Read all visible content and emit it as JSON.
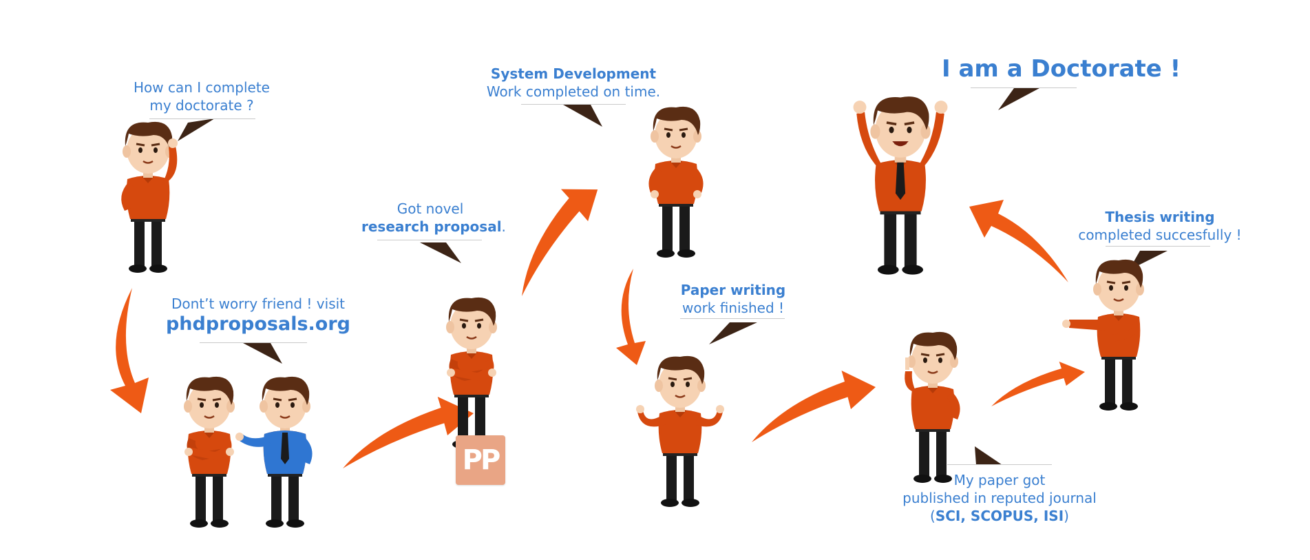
{
  "colors": {
    "caption": "#3a7fd0",
    "shirt": "#d6490e",
    "shirt_blue": "#2f76d2",
    "hair": "#5a2d14",
    "skin": "#f6d2b3",
    "arrow": "#ee5a15",
    "pointer": "#3c2416",
    "logo_bg": "#e9a585"
  },
  "captions": {
    "c1": {
      "line1": "How can I complete",
      "line2": "my doctorate ?"
    },
    "c2": {
      "line1": "Dont’t worry friend ! visit",
      "line2": "phdproposals.org"
    },
    "c3": {
      "line1": "Got novel",
      "line2": "research proposal",
      "tail": "."
    },
    "c4": {
      "line1": "System Development",
      "line2": "Work completed on time."
    },
    "c5": {
      "line1": "Paper writing",
      "line2": "work finished !"
    },
    "c6": {
      "line1": "My paper got",
      "line2": "published in reputed journal",
      "open": "(",
      "bold": "SCI, SCOPUS, ISI",
      "close": ")"
    },
    "c7": {
      "line1": "Thesis writing",
      "line2": "completed succesfully !"
    },
    "c8": {
      "line1": "I am a Doctorate !"
    }
  },
  "logo": {
    "text": "PP"
  }
}
